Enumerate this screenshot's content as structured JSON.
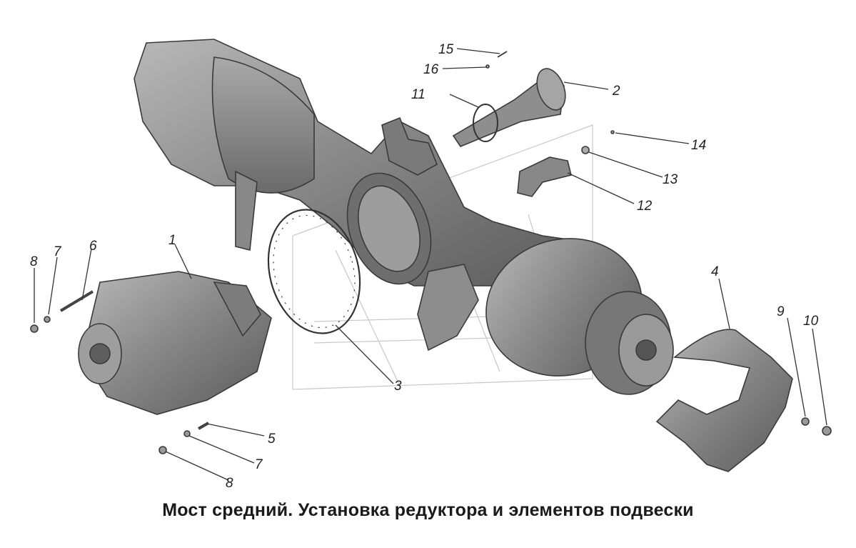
{
  "caption": "Мост средний. Установка редуктора и элементов подвески",
  "callouts": {
    "c1": "1",
    "c2": "2",
    "c3": "3",
    "c4": "4",
    "c5": "5",
    "c6": "6",
    "c7a": "7",
    "c7b": "7",
    "c8a": "8",
    "c8b": "8",
    "c9": "9",
    "c10": "10",
    "c11": "11",
    "c12": "12",
    "c13": "13",
    "c14": "14",
    "c15": "15",
    "c16": "16"
  },
  "colors": {
    "part_fill": "#8a8a8a",
    "part_dark": "#5c5c5c",
    "part_light": "#b5b5b5",
    "line": "#333333",
    "watermark": "#c8c8c8"
  }
}
